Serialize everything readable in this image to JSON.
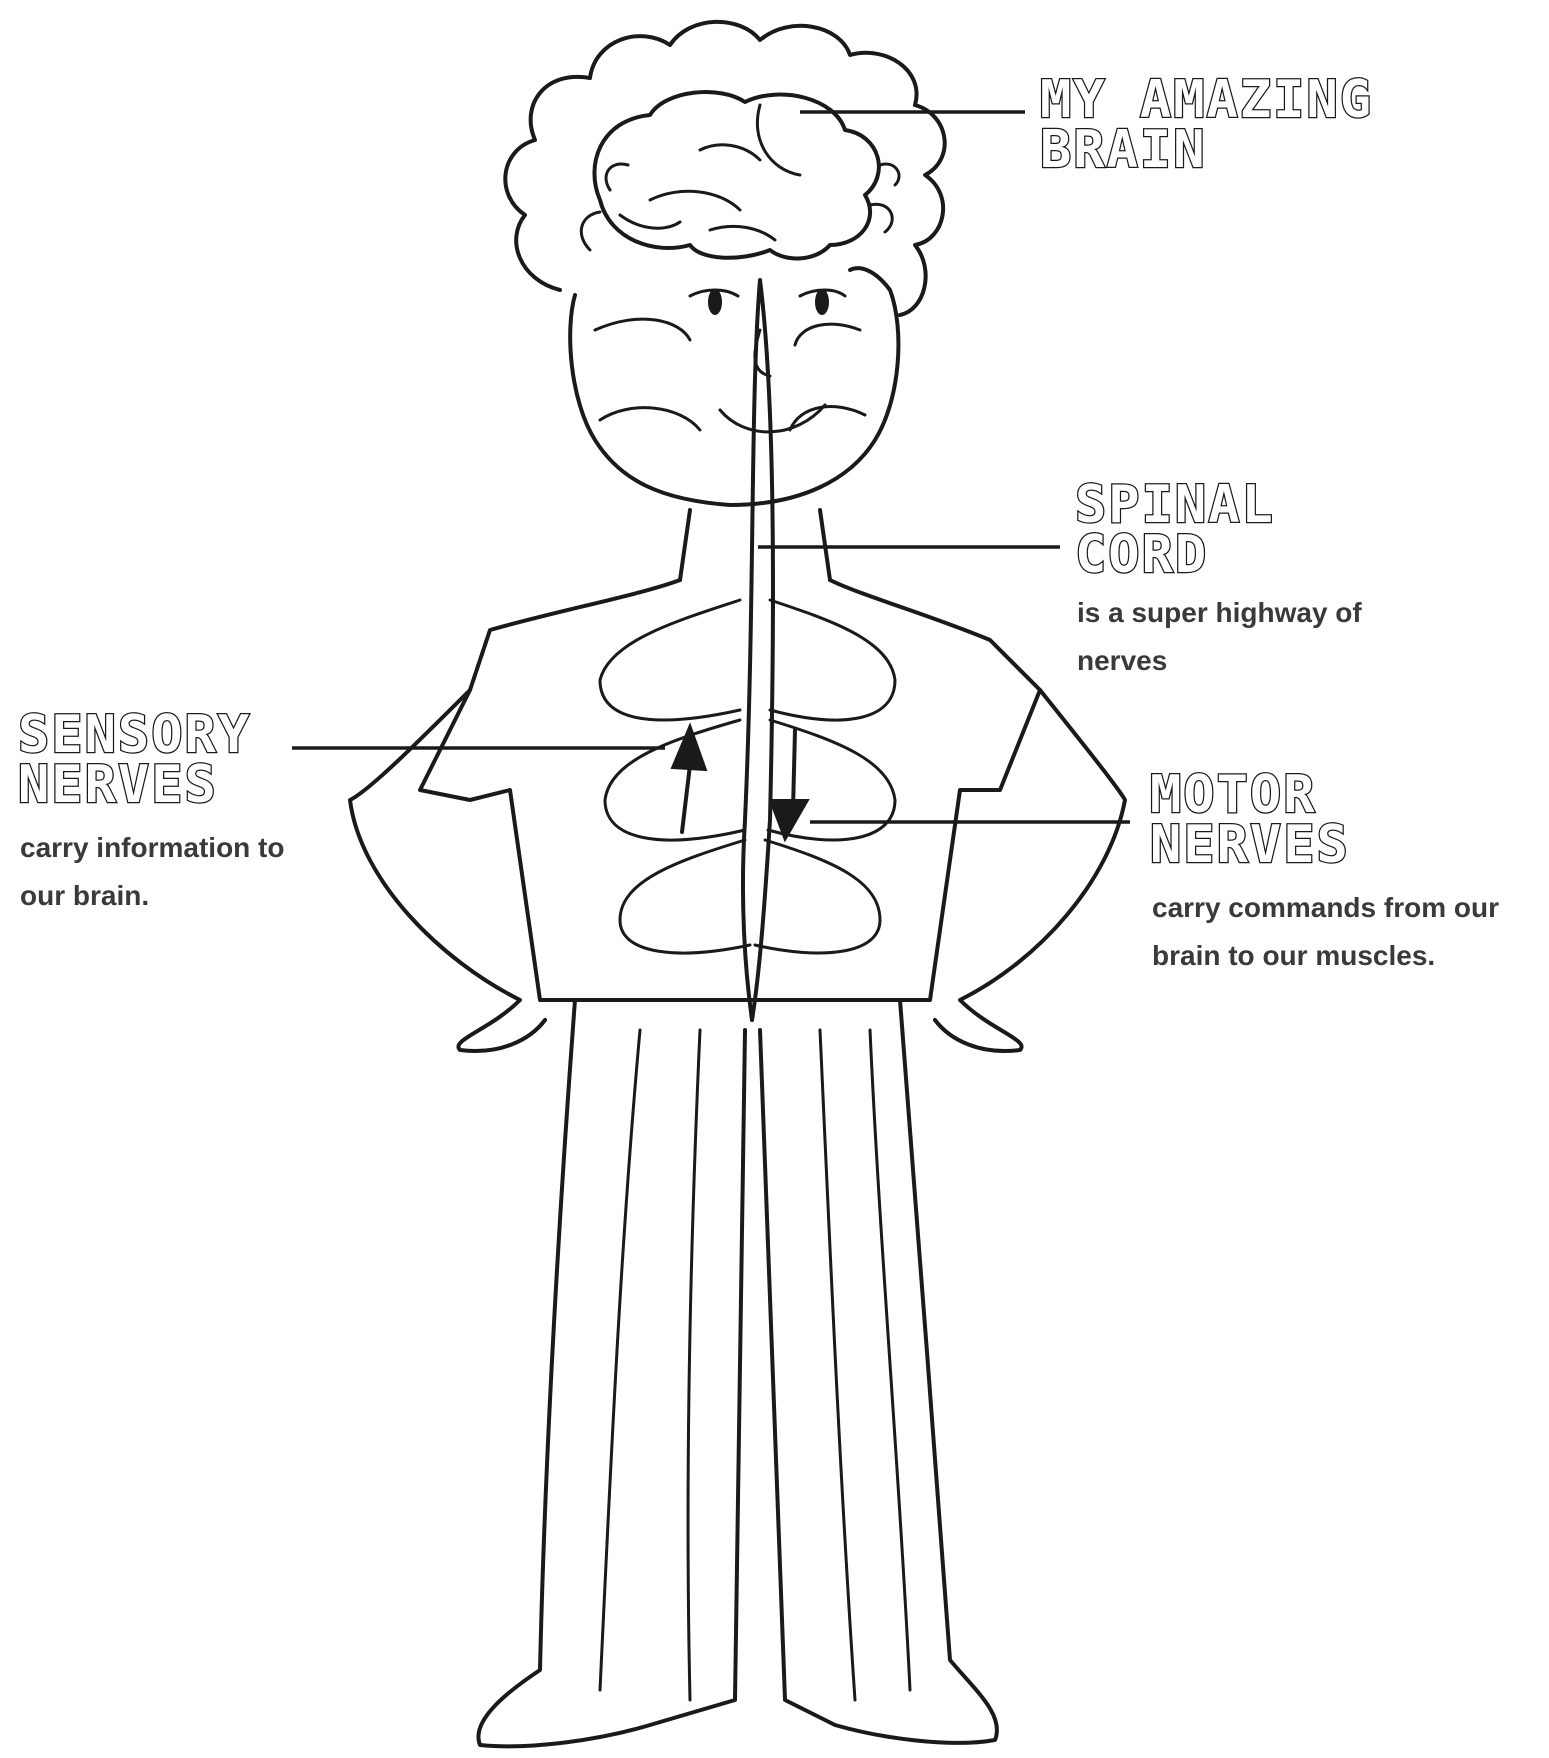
{
  "labels": {
    "brain": {
      "title_line1": "MY AMAZING",
      "title_line2": "BRAIN"
    },
    "spinal_cord": {
      "title_line1": "SPINAL",
      "title_line2": "CORD",
      "desc_line1": "is a super highway of",
      "desc_line2": "nerves"
    },
    "sensory": {
      "title_line1": "SENSORY",
      "title_line2": "NERVES",
      "desc_line1": "carry information to",
      "desc_line2": "our brain."
    },
    "motor": {
      "title_line1": "MOTOR",
      "title_line2": "NERVES",
      "desc_line1": "carry commands from our",
      "desc_line2": "brain to our muscles."
    }
  },
  "arrows": {
    "sensory_direction": "up",
    "motor_direction": "down"
  },
  "colors": {
    "ink": "#1a1a1a",
    "text": "#3a3a3a",
    "paper": "#ffffff"
  }
}
